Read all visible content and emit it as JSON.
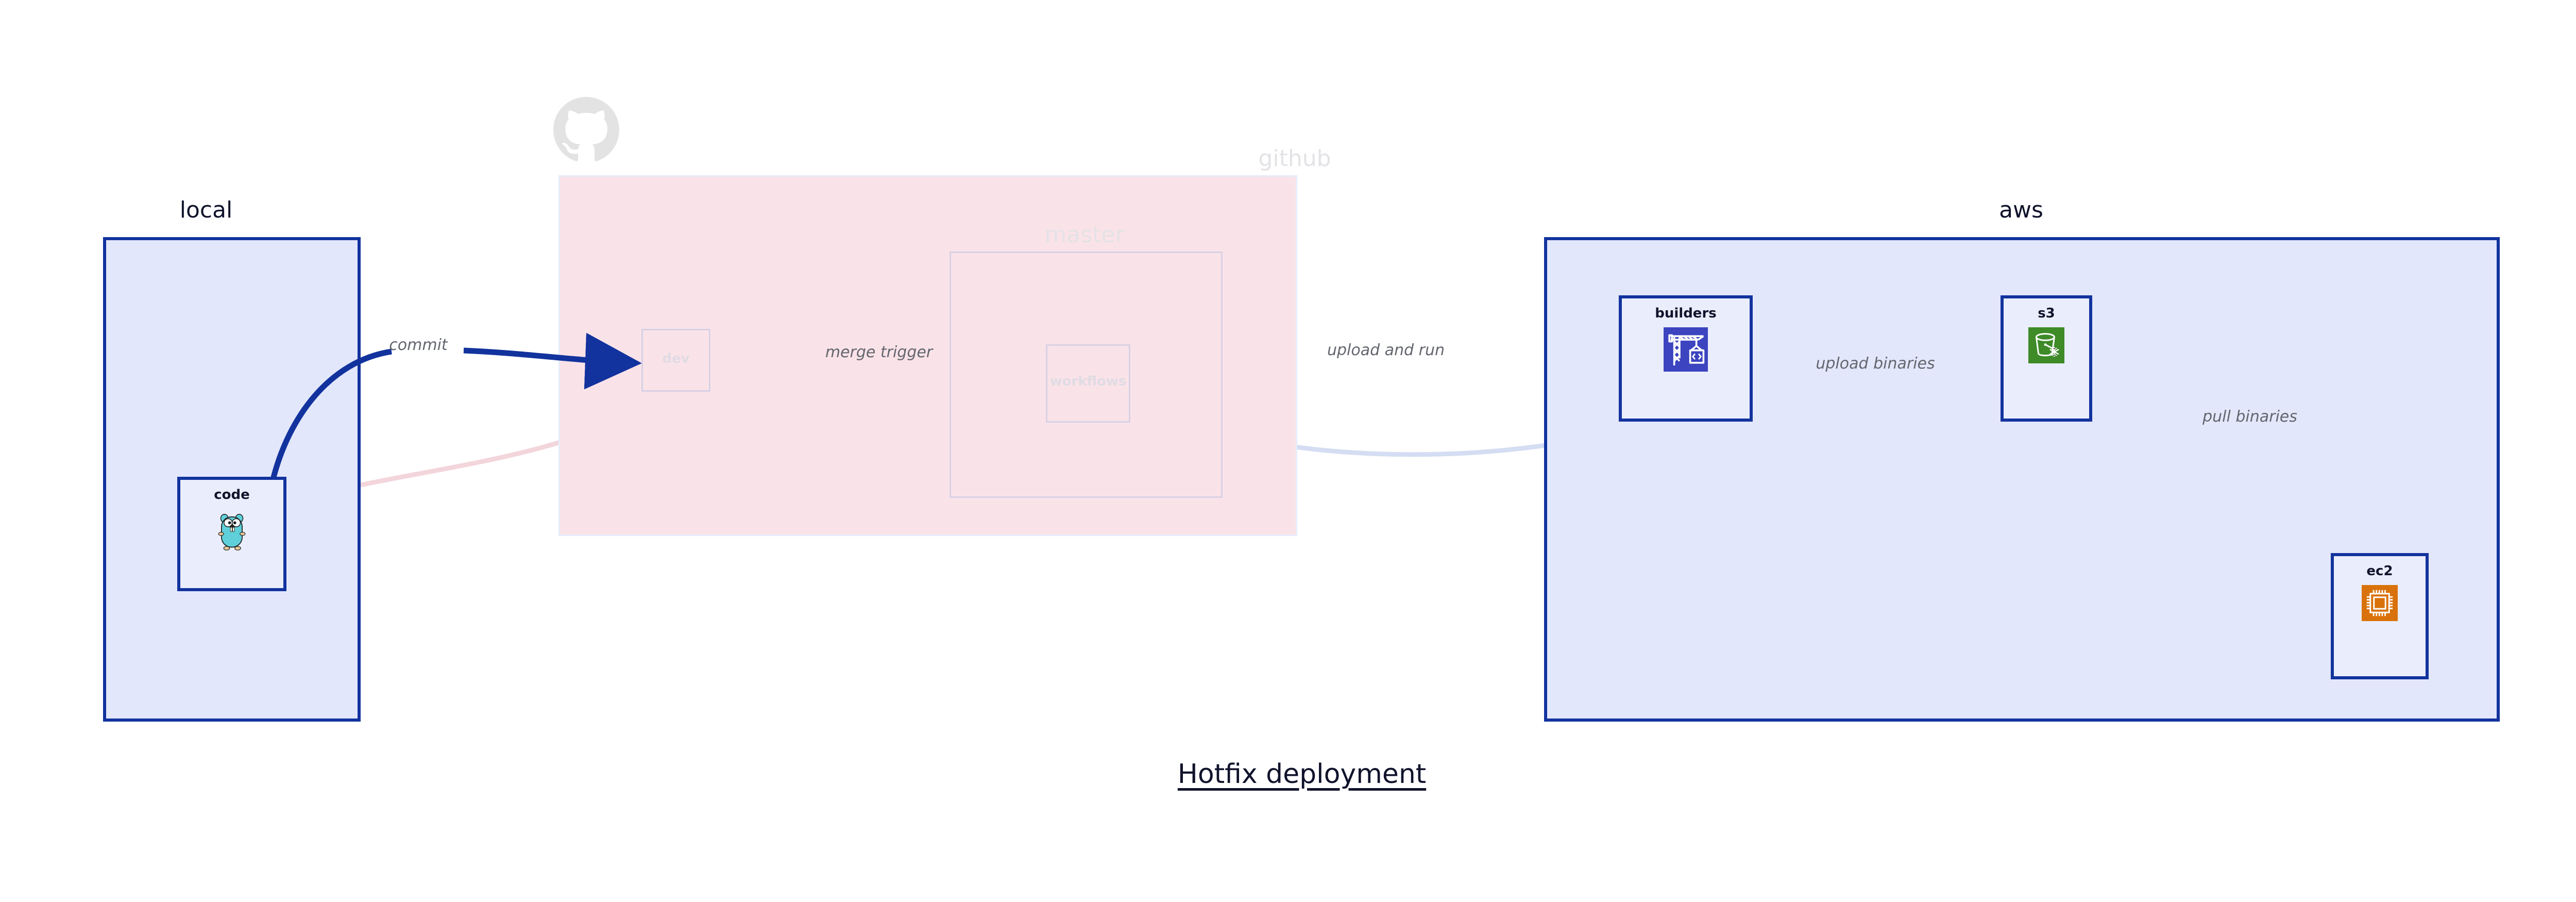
{
  "diagram": {
    "title": "Hotfix deployment",
    "background": "#ffffff",
    "accent_blue": "#12339e",
    "accent_green": "#1a7a3c",
    "label_gray": "#63666e",
    "title_color": "#10132b"
  },
  "groups": [
    {
      "id": "local",
      "label": "local",
      "state": "active",
      "fill": "#e2e7fb",
      "stroke": "#12339e"
    },
    {
      "id": "github",
      "label": "github",
      "state": "faded",
      "fill": "#fae3e8",
      "stroke": "#e7ecfb",
      "logo": "github-octocat-icon"
    },
    {
      "id": "master",
      "label": "master",
      "state": "faded",
      "fill": "#fae3e8",
      "stroke": "#d8d1e6"
    },
    {
      "id": "aws",
      "label": "aws",
      "state": "active",
      "fill": "#e2e7fb",
      "stroke": "#12339e"
    }
  ],
  "nodes": [
    {
      "id": "code",
      "label": "code",
      "group": "local",
      "state": "active",
      "icon": "go-gopher-icon"
    },
    {
      "id": "dev",
      "label": "dev",
      "group": "github",
      "state": "faded",
      "icon": "none"
    },
    {
      "id": "workflows",
      "label": "workflows",
      "group": "master",
      "state": "faded",
      "icon": "none"
    },
    {
      "id": "builders",
      "label": "builders",
      "group": "aws",
      "state": "active",
      "icon": "aws-codebuild-crane-icon",
      "icon_color": "#3c44bf"
    },
    {
      "id": "s3",
      "label": "s3",
      "group": "aws",
      "state": "active",
      "icon": "aws-s3-glacier-bucket-icon",
      "icon_color": "#3e8b28"
    },
    {
      "id": "ec2",
      "label": "ec2",
      "group": "aws",
      "state": "active",
      "icon": "aws-ec2-chip-icon",
      "icon_color": "#d9720b"
    }
  ],
  "edges": [
    {
      "id": "commit",
      "from": "code",
      "to": "dev",
      "label": "commit",
      "style": "solid",
      "color": "#12339e",
      "state": "active"
    },
    {
      "id": "merge-trigger",
      "from": "dev",
      "to": "workflows",
      "label": "merge trigger",
      "style": "solid",
      "color": "#12339e",
      "state": "active"
    },
    {
      "id": "upload-and-run",
      "from": "workflows",
      "to": "builders",
      "label": "upload and run",
      "style": "solid",
      "color": "#12339e",
      "state": "active"
    },
    {
      "id": "upload-binaries",
      "from": "builders",
      "to": "s3",
      "label": "upload binaries",
      "style": "solid",
      "color": "#12339e",
      "state": "active"
    },
    {
      "id": "pull-binaries",
      "from": "s3",
      "to": "ec2",
      "label": "pull binaries",
      "style": "solid",
      "color": "#12339e",
      "state": "active"
    },
    {
      "id": "hotfix-direct",
      "from": "code",
      "to": "ec2",
      "label": "",
      "style": "dashed",
      "color": "#1a7a3c",
      "state": "active"
    },
    {
      "id": "code-to-dev-faded",
      "from": "code",
      "to": "dev",
      "label": "",
      "style": "solid",
      "color": "#f6dfe4",
      "state": "faded"
    },
    {
      "id": "dev-to-workflows-faded",
      "from": "dev",
      "to": "workflows",
      "label": "",
      "style": "solid",
      "color": "#ddd7e8",
      "state": "faded"
    },
    {
      "id": "workflows-to-builders-faded",
      "from": "workflows",
      "to": "builders",
      "label": "",
      "style": "solid",
      "color": "#dde2f5",
      "state": "faded"
    }
  ]
}
